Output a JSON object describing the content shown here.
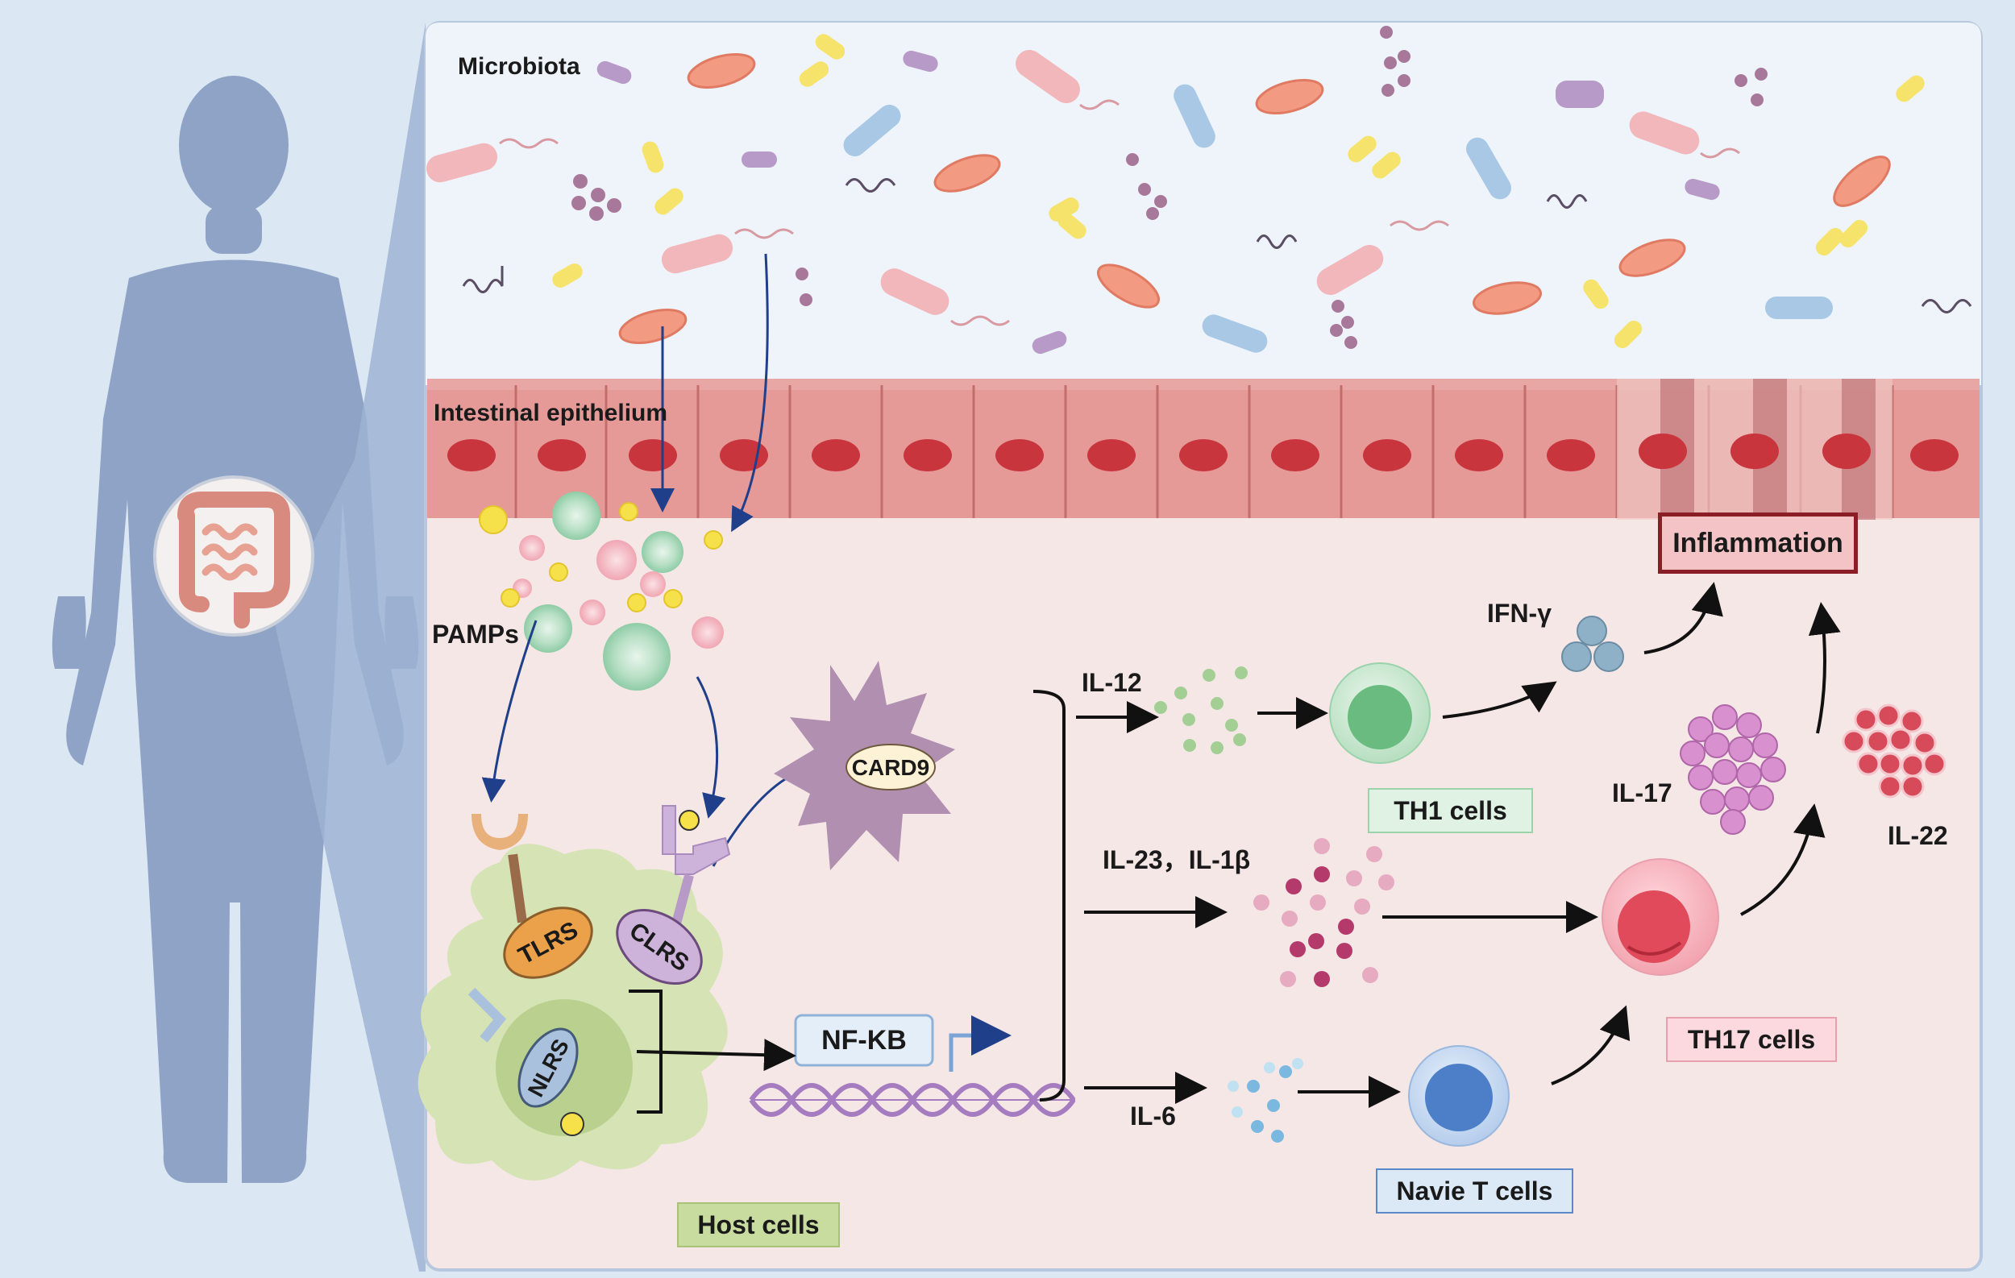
{
  "labels": {
    "microbiota": "Microbiota",
    "epithelium": "Intestinal epithelium",
    "pamps": "PAMPs",
    "tlrs": "TLRS",
    "clrs": "CLRS",
    "nlrs": "NLRS",
    "card9": "CARD9",
    "nfkb": "NF-KB",
    "host_cells": "Host cells",
    "il12": "IL-12",
    "il23": "IL-23，IL-1β",
    "il6": "IL-6",
    "ifn": "IFN-γ",
    "il17": "IL-17",
    "il22": "IL-22",
    "th1": "TH1 cells",
    "th17": "TH17 cells",
    "naive": "Navie T cells",
    "inflammation": "Inflammation"
  },
  "colors": {
    "background": "#dbe7f3",
    "panel": "#f5e7e6",
    "lumen": "#eef4fa",
    "epithelium": "#e59a98",
    "nucleus": "#c9353c",
    "arrow_blue": "#1f3f8a",
    "host_cell": "#d6e3b5",
    "th1": "#8fcf9e",
    "th17": "#e04a5b",
    "naive": "#4d7fc9",
    "card9": "#b08fb0",
    "inflammation_border": "#8b1d27"
  }
}
